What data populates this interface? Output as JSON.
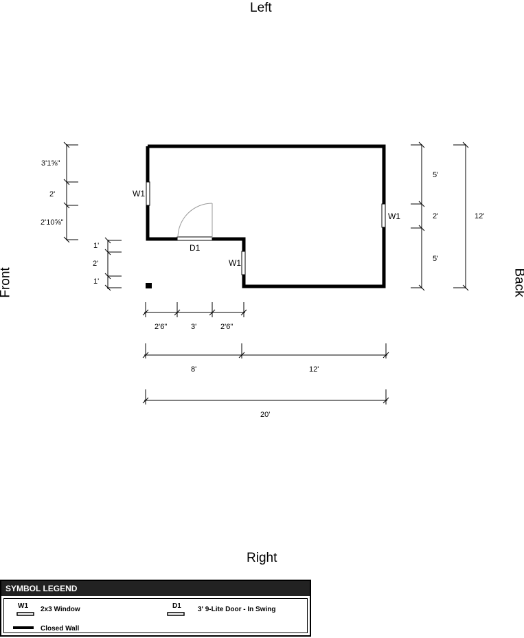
{
  "sides": {
    "top": "Left",
    "bottom": "Right",
    "left": "Front",
    "right": "Back"
  },
  "labels": {
    "window_left": "W1",
    "window_right": "W1",
    "window_step": "W1",
    "door": "D1"
  },
  "dimensions": {
    "left_upper": [
      "3'1⅝\"",
      "2'",
      "2'10⅝\""
    ],
    "left_lower": [
      "1'",
      "2'",
      "1'"
    ],
    "right_inner": [
      "5'",
      "2'",
      "5'"
    ],
    "right_outer": "12'",
    "bottom_door": [
      "2'6\"",
      "3'",
      "2'6\""
    ],
    "bottom_mid": [
      "8'",
      "12'"
    ],
    "bottom_total": "20'"
  },
  "legend": {
    "title": "SYMBOL LEGEND",
    "items": [
      {
        "code": "W1",
        "label": "2x3 Window"
      },
      {
        "code": "D1",
        "label": "3' 9-Lite Door - In Swing"
      },
      {
        "code": "",
        "label": "Closed Wall"
      }
    ]
  }
}
